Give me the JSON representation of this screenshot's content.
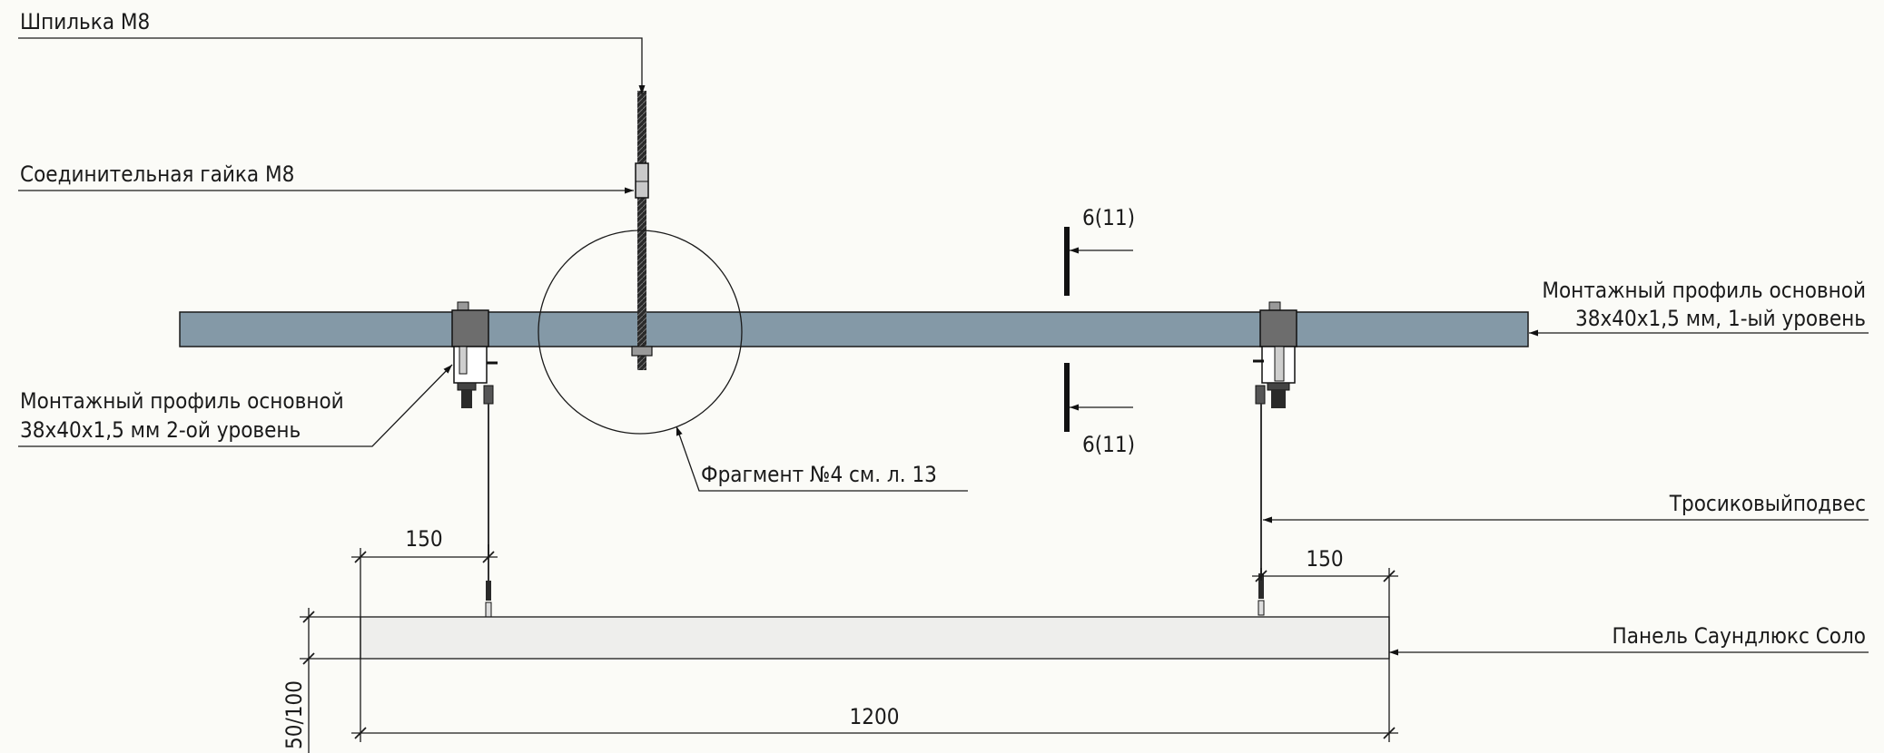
{
  "labels": {
    "stud": "Шпилька М8",
    "coupling_nut": "Соединительная гайка М8",
    "profile_level1_line1": "Монтажный профиль основной",
    "profile_level1_line2": "38х40х1,5 мм, 1-ый уровень",
    "profile_level2_line1": "Монтажный профиль основной",
    "profile_level2_line2": "38х40х1,5 мм 2-ой уровень",
    "fragment_ref": "Фрагмент №4 см. л. 13",
    "cable_hanger": "Тросиковыйподвес",
    "panel": "Панель Саундлюкс Соло"
  },
  "section_marks": {
    "top": "6(11)",
    "bottom": "6(11)"
  },
  "dimensions": {
    "left_offset": "150",
    "right_offset": "150",
    "panel_length": "1200",
    "panel_thickness": "50/100"
  },
  "colors": {
    "profile_fill": "#8499a7",
    "panel_fill": "#eeeeec",
    "line": "#1a1a1a",
    "background": "#fbfbf7"
  }
}
